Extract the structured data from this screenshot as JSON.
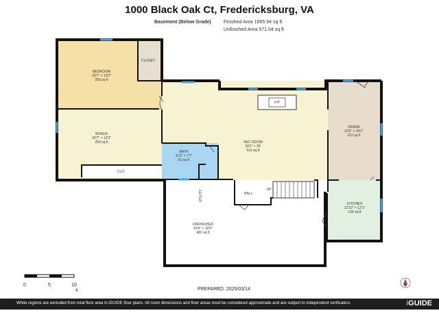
{
  "header": {
    "title": "1000 Black Oak Ct, Fredericksburg, VA",
    "level": "Basement (Below Grade)",
    "finished_area": "Finished Area 1665.94 sq ft",
    "unfinished_area": "Unfinished Area 571.04 sq ft"
  },
  "rooms": {
    "bedroom": {
      "name": "BEDROOM",
      "dims": "20'7\" × 13'0\"",
      "area": "266 sq ft"
    },
    "closet": {
      "name": "CLOSET"
    },
    "bonus": {
      "name": "BONUS",
      "dims": "20'7\" × 13'3\"",
      "area": "250 sq ft"
    },
    "clo": {
      "name": "CLO"
    },
    "bath": {
      "name": "BATH",
      "dims": "11'0\" × 7'7\"",
      "area": "61 sq ft"
    },
    "fp": {
      "name": "F/P"
    },
    "rec_room": {
      "name": "REC ROOM",
      "dims": "34'1\" × 25'",
      "area": "516 sq ft"
    },
    "dining": {
      "name": "DINING",
      "dims": "10'6\" × 20'1\"",
      "area": "212 sq ft"
    },
    "hall": {
      "name": "HALL"
    },
    "up": {
      "name": "UP"
    },
    "utility": {
      "name": "UTILITY"
    },
    "kitchen": {
      "name": "KITCHEN",
      "dims": "12'10\" × 12'1\"",
      "area": "136 sq ft"
    },
    "unfinished": {
      "name": "UNFINISHED",
      "dims": "43'6\" × 16'6\"",
      "area": "481 sq ft"
    }
  },
  "scale": {
    "labels": [
      "0",
      "5",
      "10"
    ],
    "unit": "ft"
  },
  "prepared": "PREPARED: 2025/03/14",
  "footer": {
    "note": "White regions are excluded from total floor area in iGUIDE floor plans. All room dimensions and floor areas must be considered approximate and are subject to independent verification.",
    "brand_prefix": "i",
    "brand_rest": "GUIDE"
  },
  "colors": {
    "bedroom": "#f5e0a8",
    "finished": "#f7f2d2",
    "bath": "#a9d6f0",
    "dining": "#e8ddcc",
    "kitchen": "#e2f0e2",
    "wall": "#111111",
    "window": "#4da6d9"
  }
}
